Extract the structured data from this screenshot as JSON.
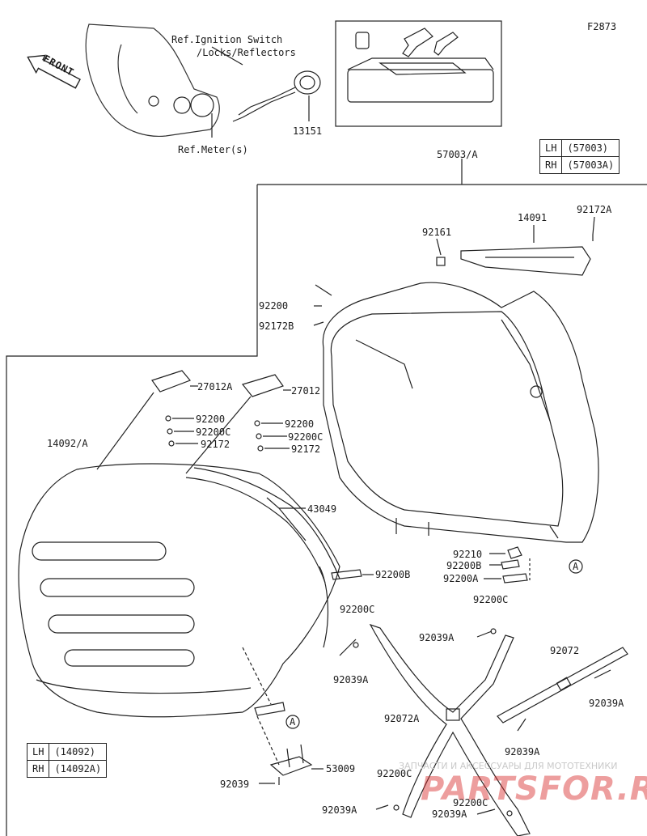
{
  "figure_code": "F2873",
  "front_label": "FRONT",
  "refs": {
    "ignition_line1": "Ref.Ignition Switch",
    "ignition_line2": "/Locks/Reflectors",
    "meter": "Ref.Meter(s)"
  },
  "parts": {
    "p13151": "13151",
    "p57003": "57003/A",
    "p92161": "92161",
    "p14091": "14091",
    "p92172A": "92172A",
    "p92200_top": "92200",
    "p92172B": "92172B",
    "p27012A": "27012A",
    "p27012": "27012",
    "p92200_l": "92200",
    "p92200C_l": "92200C",
    "p92172_l": "92172",
    "p92200_r": "92200",
    "p92200C_r": "92200C",
    "p92172_r": "92172",
    "p14092": "14092/A",
    "p43049": "43049",
    "p92210": "92210",
    "p92200B_a": "92200B",
    "p92200A": "92200A",
    "p92200B_b": "92200B",
    "p92200C_a": "92200C",
    "p92200C_b": "92200C",
    "p92039A_a": "92039A",
    "p92039A_b": "92039A",
    "p92072": "92072",
    "p92039A_c": "92039A",
    "p92072A": "92072A",
    "p92039A_d": "92039A",
    "p53009": "53009",
    "p92039": "92039",
    "p92200C_c": "92200C",
    "p92200C_d": "92200C",
    "p92039A_e": "92039A",
    "p92039A_f": "92039A"
  },
  "callout_a": "A",
  "table_top": [
    {
      "side": "LH",
      "code": "(57003)"
    },
    {
      "side": "RH",
      "code": "(57003A)"
    }
  ],
  "table_bottom": [
    {
      "side": "LH",
      "code": "(14092)"
    },
    {
      "side": "RH",
      "code": "(14092A)"
    }
  ],
  "watermark": {
    "line1": "ЗАПЧАСТИ И АКСЕССУАРЫ ДЛЯ МОТОТЕХНИКИ",
    "line2": "PARTSFOR.RU"
  }
}
